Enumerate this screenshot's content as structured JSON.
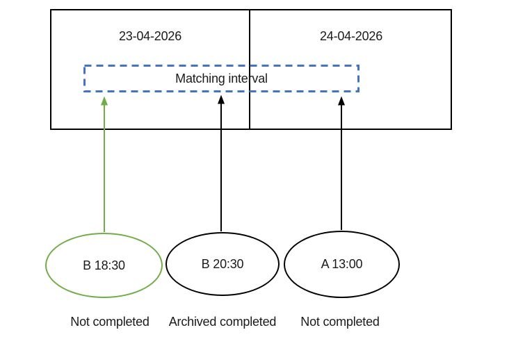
{
  "colors": {
    "interval_blue": "#4472C4",
    "event_green": "#70AD47",
    "line_black": "#000000"
  },
  "days": [
    {
      "date": "23-04-2026"
    },
    {
      "date": "24-04-2026"
    }
  ],
  "matching_interval": {
    "label": "Matching interval"
  },
  "events": [
    {
      "time_label": "B 18:30",
      "status": "Not completed"
    },
    {
      "time_label": "B 20:30",
      "status": "Archived completed"
    },
    {
      "time_label": "A 13:00",
      "status": "Not completed"
    }
  ]
}
